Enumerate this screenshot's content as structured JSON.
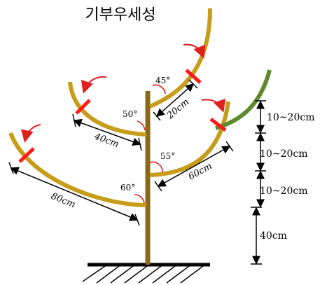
{
  "title": "기부우세성",
  "colors": {
    "branch": "#C69C18",
    "trunk": "#8B6914",
    "new_shoot": "#5E8A2E",
    "cut_mark": "#FF1A1A",
    "arrow": "#E02020",
    "measure": "#000000"
  },
  "angles": {
    "top_branch": "45°",
    "upper_left": "50°",
    "right_branch": "55°",
    "lower_left": "60°"
  },
  "lengths": {
    "top_branch": "20cm",
    "upper_left": "40cm",
    "right_branch": "60cm",
    "lower_left": "80cm"
  },
  "vertical_scale": {
    "seg1": "10~20cm",
    "seg2": "10~20cm",
    "seg3": "10~20cm",
    "seg4": "40cm"
  },
  "icons": [
    "pruning-cut-mark",
    "bend-down-arrow",
    "ground-hatch"
  ]
}
